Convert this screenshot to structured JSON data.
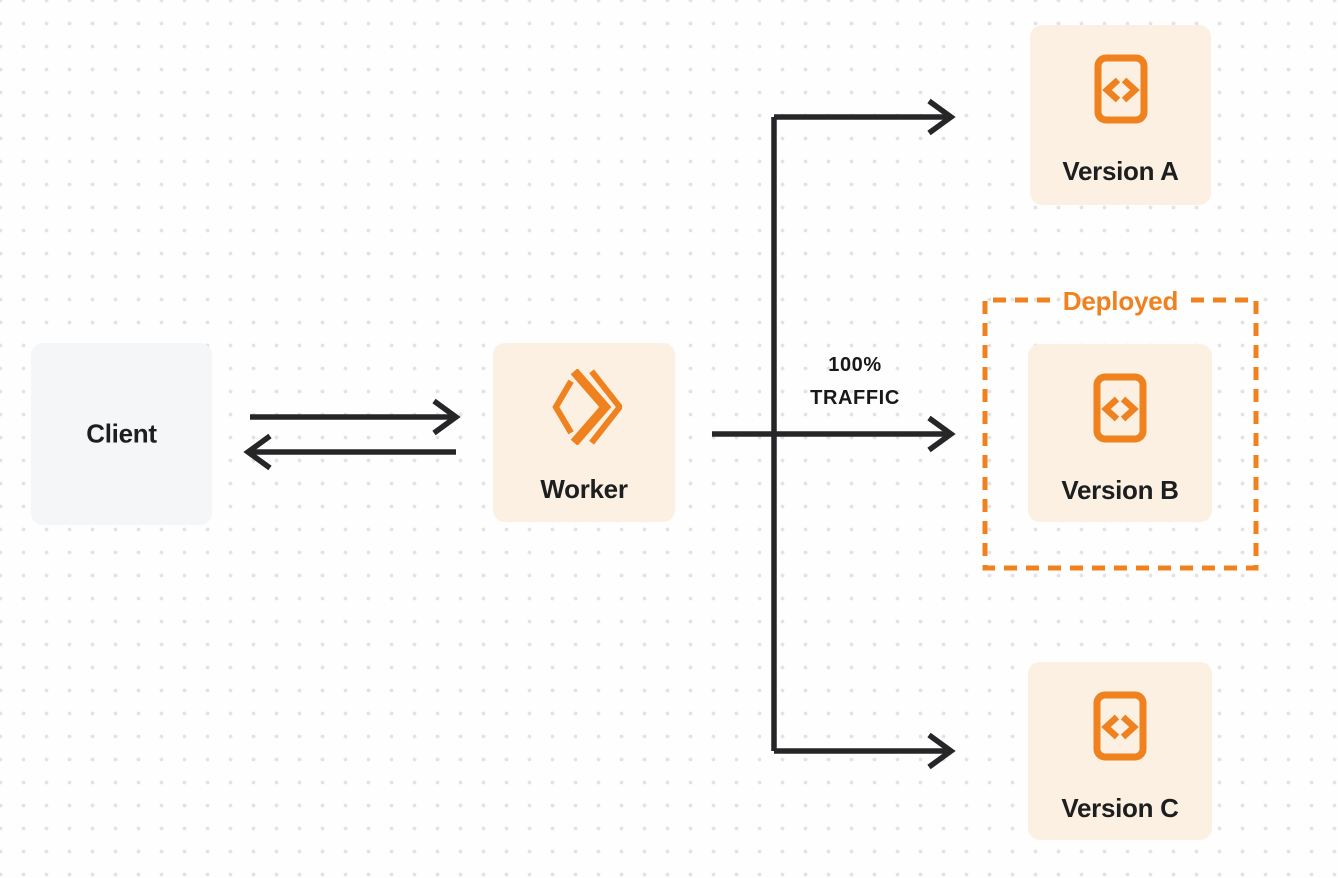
{
  "diagram": {
    "nodes": {
      "client": {
        "label": "Client"
      },
      "worker": {
        "label": "Worker"
      },
      "version_a": {
        "label": "Version A"
      },
      "version_b": {
        "label": "Version B"
      },
      "version_c": {
        "label": "Version C"
      }
    },
    "annotations": {
      "deployed": {
        "label": "Deployed"
      },
      "traffic": {
        "line1": "100%",
        "line2": "TRAFFIC"
      }
    },
    "edges": [
      {
        "from": "client",
        "to": "worker",
        "direction": "right"
      },
      {
        "from": "worker",
        "to": "client",
        "direction": "left"
      },
      {
        "from": "worker",
        "to": "version_a",
        "label": ""
      },
      {
        "from": "worker",
        "to": "version_b",
        "label": "100% TRAFFIC"
      },
      {
        "from": "worker",
        "to": "version_c",
        "label": ""
      }
    ],
    "icons": {
      "worker": "workers-logo-icon",
      "versions": "code-file-icon"
    },
    "colors": {
      "orange": "#f0811f",
      "cream_node_bg": "#fbf0e2",
      "client_node_bg": "#f5f6f7",
      "arrow": "#262628",
      "text": "#1d1e20",
      "dot_grid": "#e3e3e6",
      "background": "#fefefe"
    }
  }
}
